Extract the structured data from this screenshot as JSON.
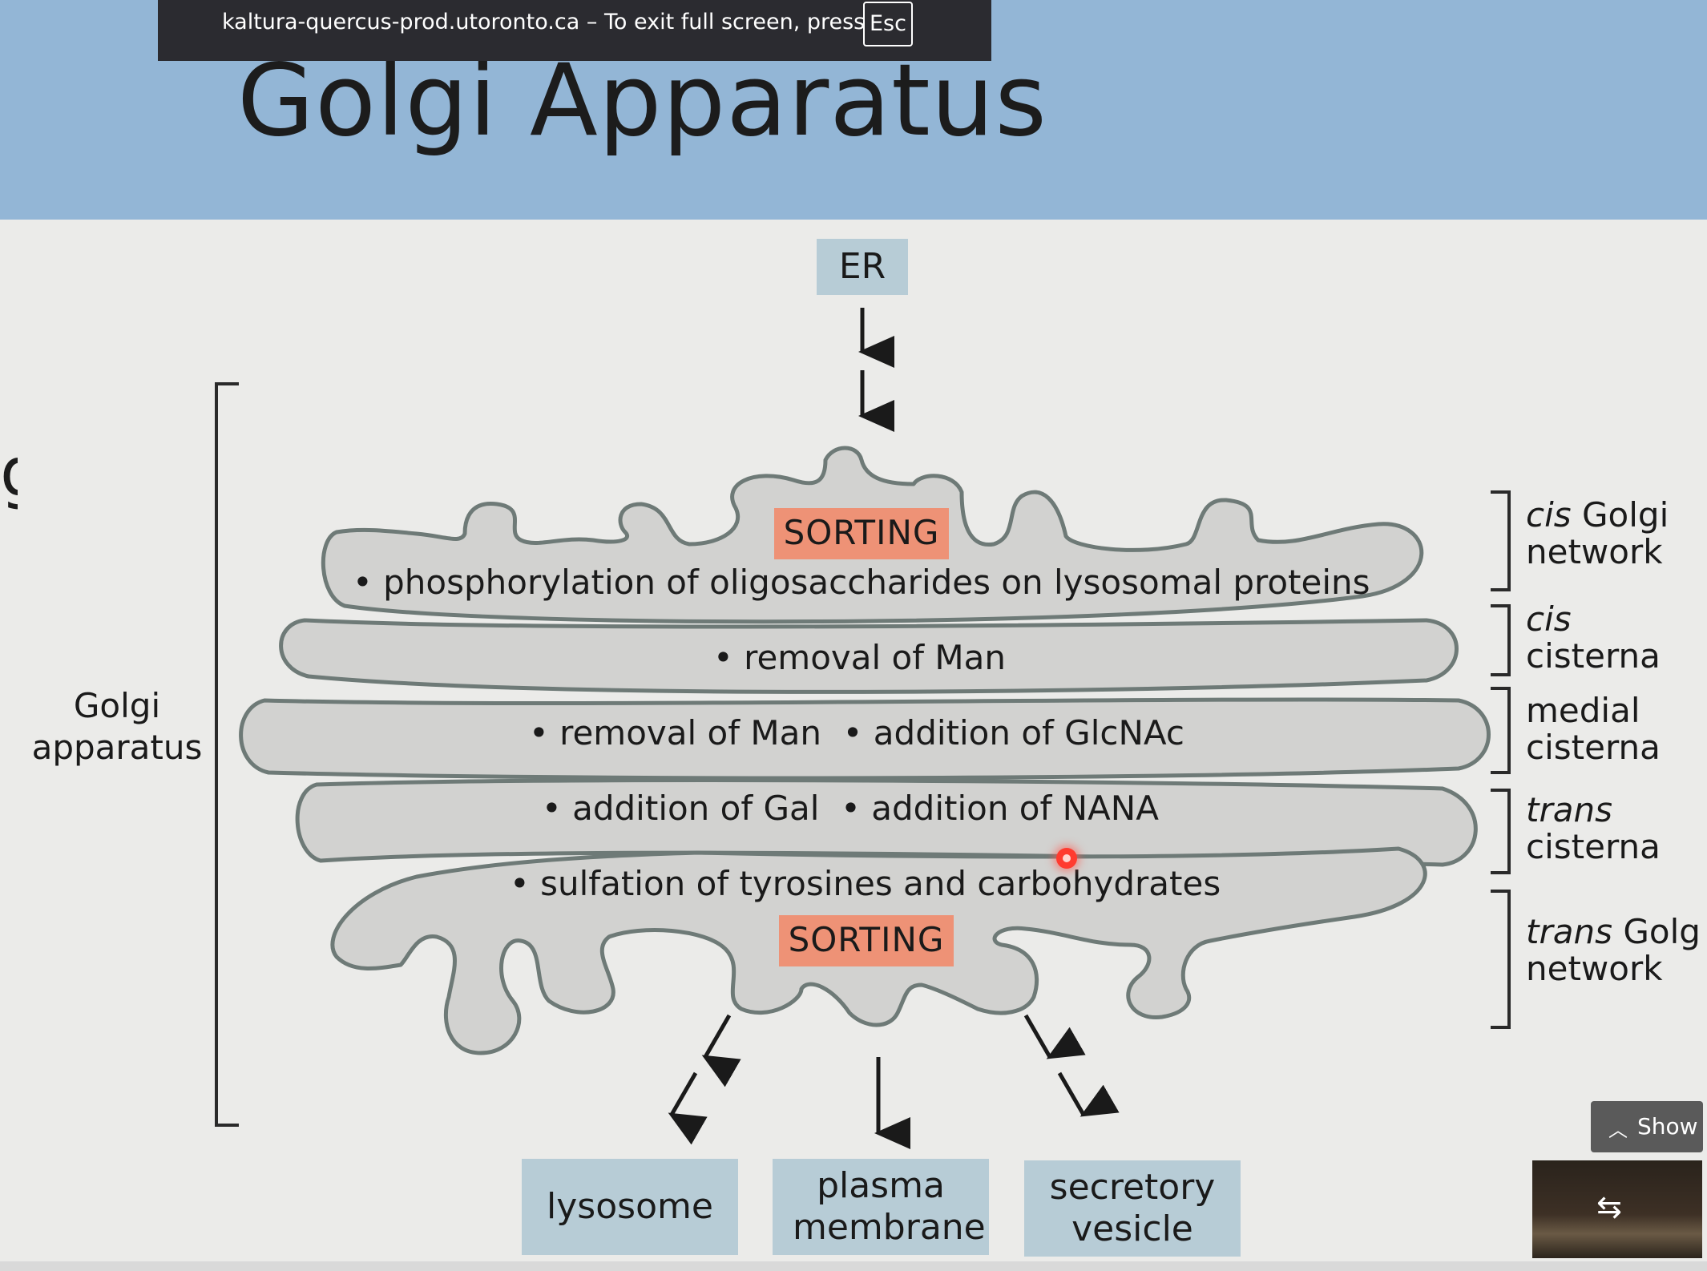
{
  "fullscreen_notice": {
    "message": "kaltura-quercus-prod.utoronto.ca – To exit full screen, press",
    "key": "Esc"
  },
  "slide": {
    "title": "Golgi Apparatus",
    "edge_glyph": "g",
    "diagram": {
      "er_label": "ER",
      "left_label": [
        "Golgi",
        "apparatus"
      ],
      "sorting_label": "SORTING",
      "cisternae": [
        {
          "text": "phosphorylation of oligosaccharides on lysosomal proteins"
        },
        {
          "text": "removal of Man"
        },
        {
          "text": "removal of Man",
          "text2": "addition of GlcNAc"
        },
        {
          "text": "addition of Gal",
          "text2": "addition of NANA"
        },
        {
          "text": "sulfation of tyrosines and carbohydrates"
        }
      ],
      "right_labels": [
        {
          "italic": "cis",
          "rest": " Golgi",
          "line2": "network"
        },
        {
          "italic": "cis",
          "rest": "",
          "line2": "cisterna"
        },
        {
          "italic": "",
          "rest": "medial",
          "line2": "cisterna"
        },
        {
          "italic": "trans",
          "rest": "",
          "line2": "cisterna"
        },
        {
          "italic": "trans",
          "rest": " Golg",
          "line2": "network"
        }
      ],
      "destinations": [
        {
          "label": "lysosome"
        },
        {
          "label": "plasma membrane"
        },
        {
          "label": "secretory vesicle"
        }
      ]
    }
  },
  "player": {
    "show_label": "Show",
    "colors": {
      "header": "#93b6d6",
      "sorting": "#ee9276",
      "box": "#b7ccd6"
    }
  }
}
